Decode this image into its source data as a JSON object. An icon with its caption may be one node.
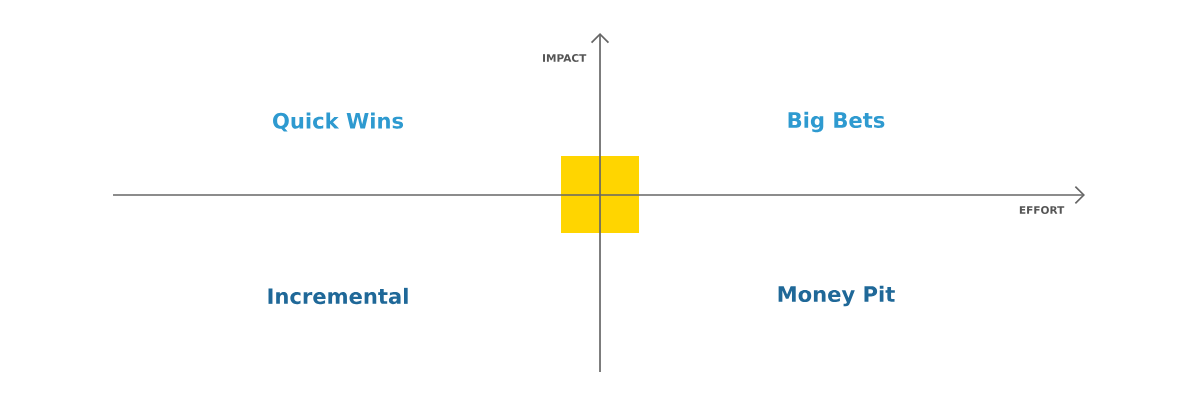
{
  "diagram": {
    "labels": [
      "IMPACT",
      "Quick Wins",
      "Big Bets",
      "EFFORT",
      "Incremental",
      "Money Pit"
    ]
  }
}
